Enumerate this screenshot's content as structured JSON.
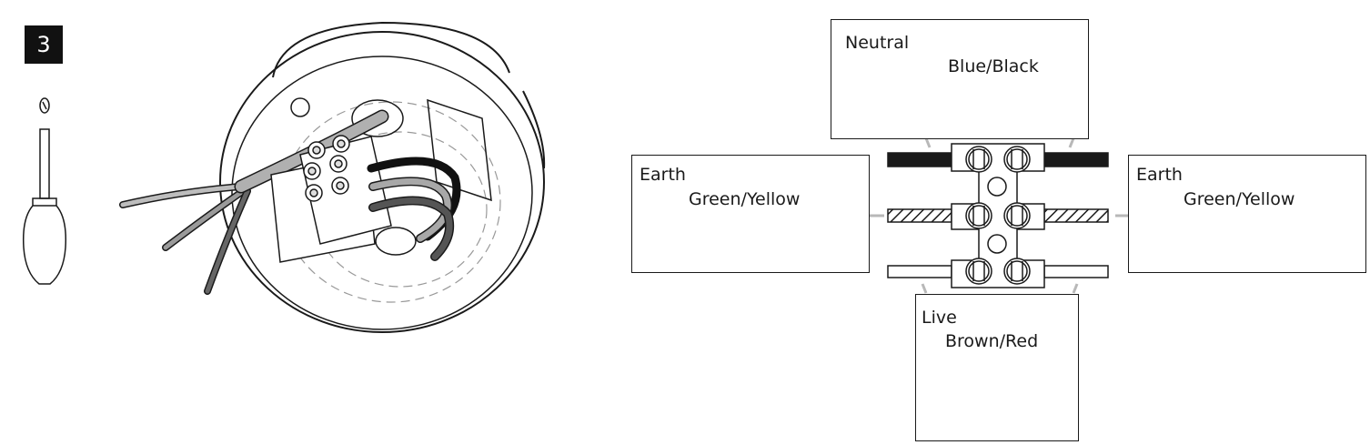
{
  "step": {
    "number": "3"
  },
  "tools": {
    "screwdriver_icon": "flathead-screwdriver-icon",
    "head_icon": "slotted-screw-head-icon"
  },
  "labels": {
    "neutral": {
      "title": "Neutral",
      "colour": "Blue/Black"
    },
    "earth_left": {
      "title": "Earth",
      "colour": "Green/Yellow"
    },
    "earth_right": {
      "title": "Earth",
      "colour": "Green/Yellow"
    },
    "live": {
      "title": "Live",
      "colour": "Brown/Red"
    }
  },
  "colors": {
    "ink": "#1a1a1a",
    "grey_wire": "#9a9a9a",
    "dark_wire": "#5a5a5a",
    "leader": "#b8b8b8"
  }
}
